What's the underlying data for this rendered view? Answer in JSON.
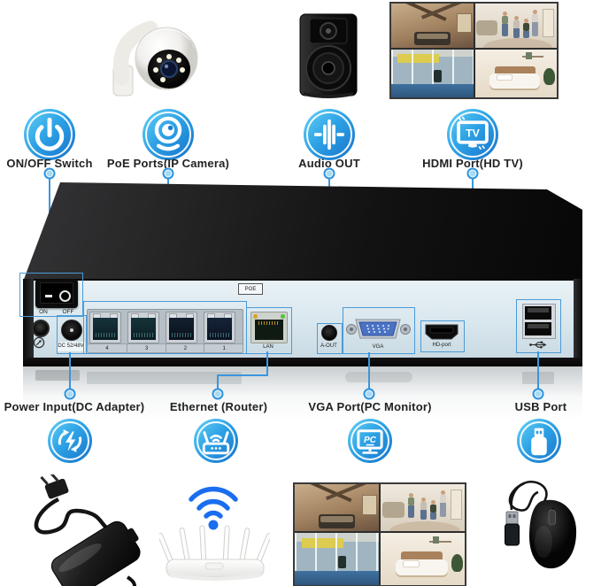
{
  "callouts_top": [
    {
      "label": "ON/OFF Switch"
    },
    {
      "label": "PoE Ports(IP Camera)"
    },
    {
      "label": "Audio OUT"
    },
    {
      "label": "HDMI Port(HD TV)"
    }
  ],
  "callouts_bottom": [
    {
      "label": "Power Input(DC Adapter)"
    },
    {
      "label": "Ethernet (Router)"
    },
    {
      "label": "VGA Port(PC Monitor)"
    },
    {
      "label": "USB Port"
    }
  ],
  "rear_panel": {
    "power_on": "ON",
    "power_off": "OFF",
    "dc_input": "DC 52/48V",
    "poe_tag": "POE",
    "poe_port_numbers": [
      "4",
      "3",
      "2",
      "1"
    ],
    "lan": "LAN",
    "audio_out": "A-OUT",
    "vga": "VGA",
    "hdmi": "HD-port"
  },
  "icon_glyph_text": {
    "tv": "TV",
    "pc": "PC"
  },
  "colors": {
    "accent_line": "#3b96dd",
    "icon_gradient_start": "#66d2f6",
    "icon_gradient_end": "#1571ca",
    "panel_face": "#d9e7ee",
    "wifi_blue": "#1b6df0",
    "vga_connector_blue": "#4a72c4"
  }
}
